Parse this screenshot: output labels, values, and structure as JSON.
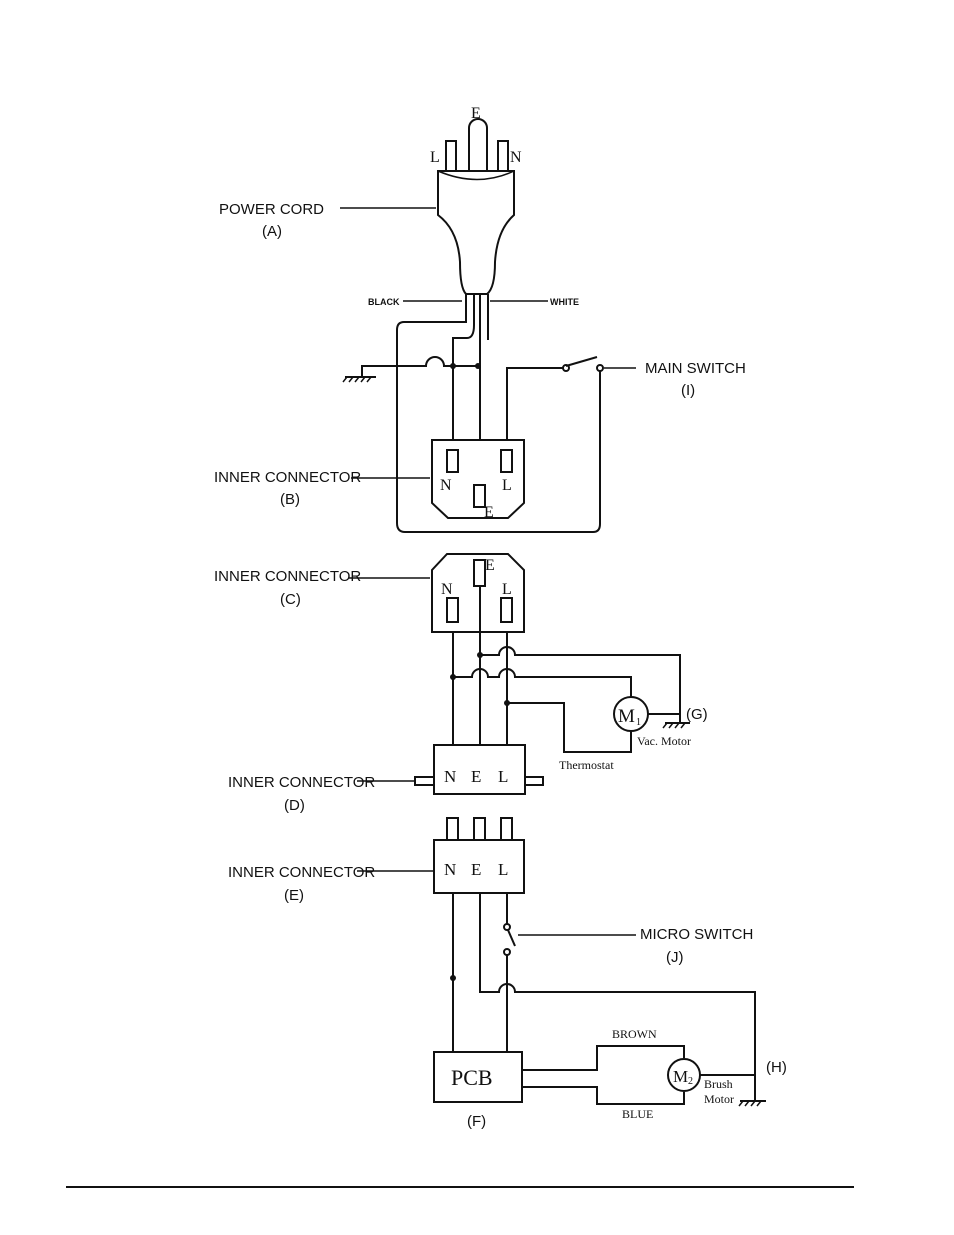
{
  "power_cord": {
    "label": "POWER CORD",
    "id": "(A)",
    "pin_e": "E",
    "pin_l": "L",
    "pin_n": "N"
  },
  "wires": {
    "black": "BLACK",
    "white": "WHITE",
    "brown": "BROWN",
    "blue": "BLUE"
  },
  "main_switch": {
    "label": "MAIN SWITCH",
    "id": "(I)"
  },
  "connector_b": {
    "label": "INNER CONNECTOR",
    "id": "(B)",
    "n": "N",
    "l": "L",
    "e": "E"
  },
  "connector_c": {
    "label": "INNER CONNECTOR",
    "id": "(C)",
    "n": "N",
    "l": "L",
    "e": "E"
  },
  "connector_d": {
    "label": "INNER CONNECTOR",
    "id": "(D)",
    "n": "N",
    "e": "E",
    "l": "L"
  },
  "connector_e": {
    "label": "INNER CONNECTOR",
    "id": "(E)",
    "n": "N",
    "e": "E",
    "l": "L"
  },
  "vac_motor": {
    "symbol": "M",
    "sub": "1",
    "caption": "Vac. Motor",
    "id": "(G)"
  },
  "thermostat": {
    "label": "Thermostat"
  },
  "micro_switch": {
    "label": "MICRO SWITCH",
    "id": "(J)"
  },
  "pcb": {
    "label": "PCB",
    "id": "(F)"
  },
  "brush_motor": {
    "symbol": "M",
    "sub": "2",
    "caption_line1": "Brush",
    "caption_line2": "Motor",
    "id": "(H)"
  }
}
